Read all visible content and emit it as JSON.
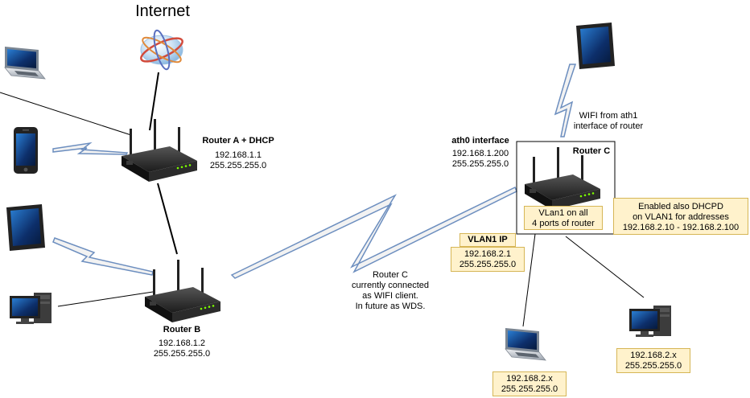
{
  "internet": {
    "label": "Internet"
  },
  "router_a": {
    "name": "Router A + DHCP",
    "ip": "192.168.1.1",
    "mask": "255.255.255.0"
  },
  "router_b": {
    "name": "Router B",
    "ip": "192.168.1.2",
    "mask": "255.255.255.0"
  },
  "wds_link": {
    "line1": "Router C",
    "line2": "currently connected",
    "line3": "as WIFI client.",
    "line4": "In future as WDS."
  },
  "router_c": {
    "name": "Router C",
    "ath0_title": "ath0 interface",
    "ath0_ip": "192.168.1.200",
    "ath0_mask": "255.255.255.0",
    "wifi_line1": "WIFI from ath1",
    "wifi_line2": "interface of router",
    "vlan_ports_line1": "VLan1 on all",
    "vlan_ports_line2": "4 ports of router",
    "vlan_ip_title": "VLAN1 IP",
    "vlan_ip": "192.168.2.1",
    "vlan_mask": "255.255.255.0",
    "dhcpd_line1": "Enabled also DHCPD",
    "dhcpd_line2": "on VLAN1 for addresses",
    "dhcpd_line3": "192.168.2.10 - 192.168.2.100"
  },
  "client_laptop": {
    "ip": "192.168.2.x",
    "mask": "255.255.255.0"
  },
  "client_desktop": {
    "ip": "192.168.2.x",
    "mask": "255.255.255.0"
  },
  "colors": {
    "line": "#000000",
    "wireless": "#6c8ebf",
    "note_fill": "#fff2cc",
    "note_border": "#d6b656"
  }
}
